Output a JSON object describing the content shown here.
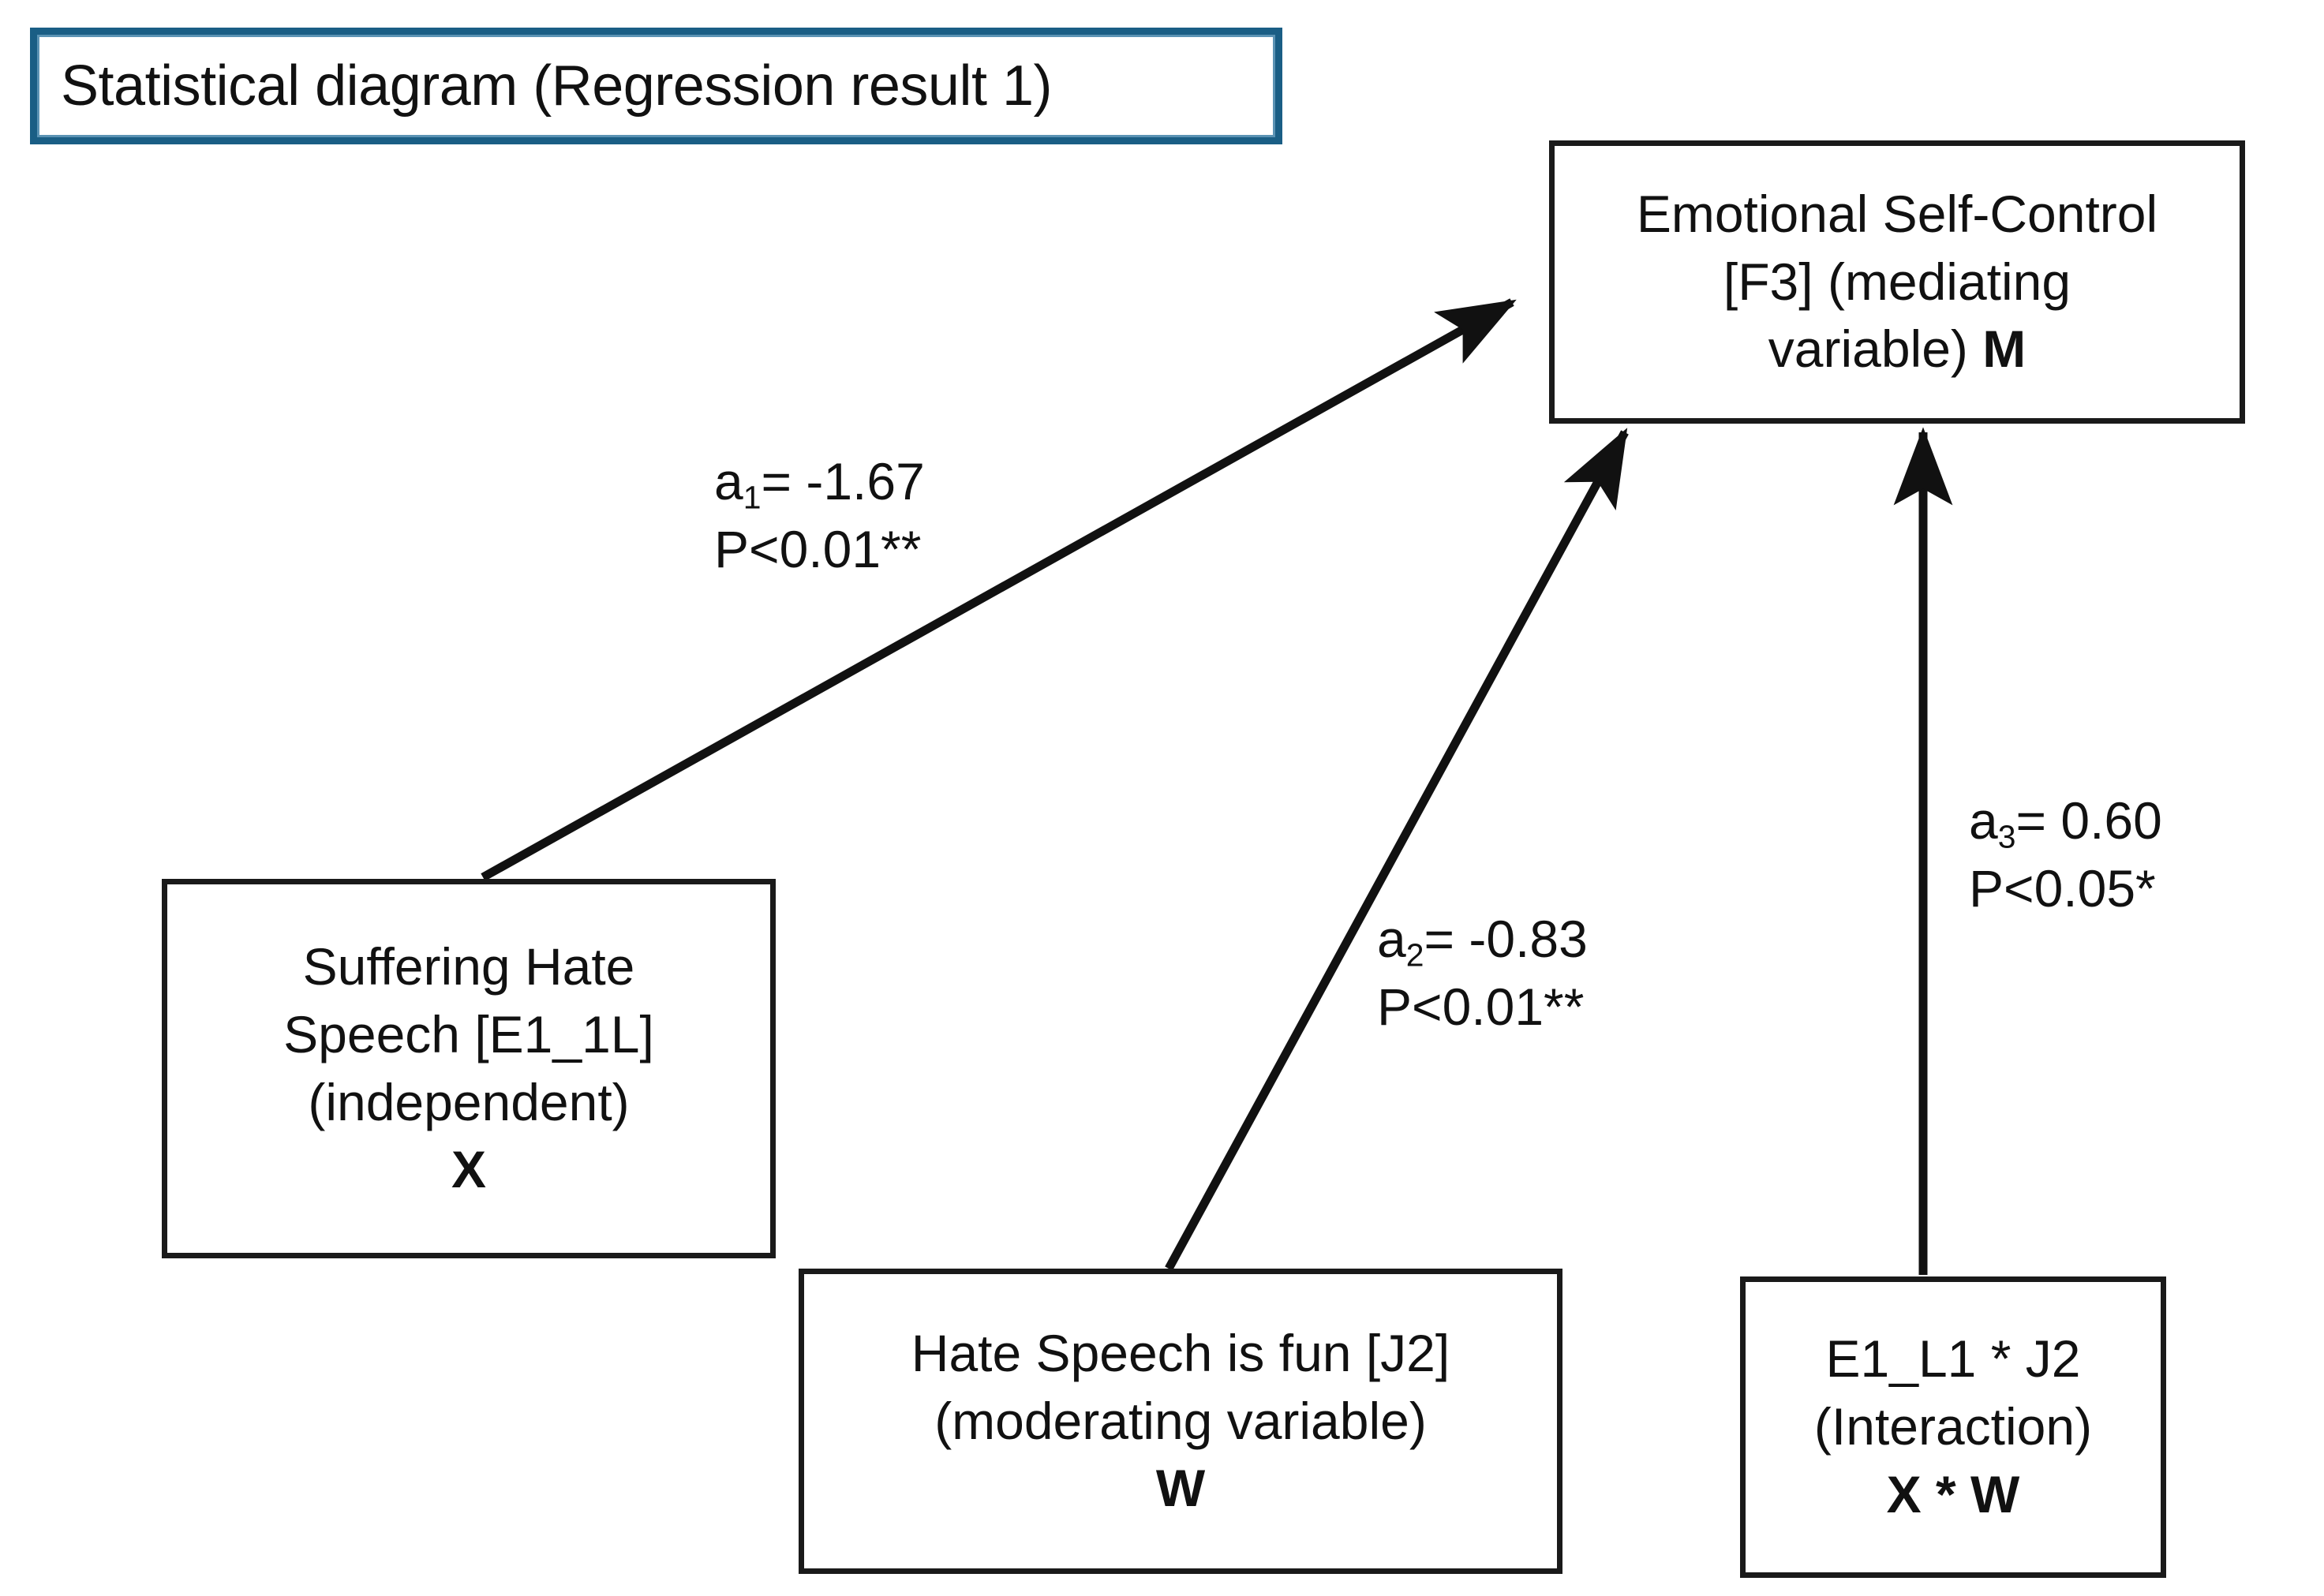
{
  "title": {
    "text": "Statistical diagram (Regression result 1)",
    "border_color": "#1a5e85"
  },
  "nodes": {
    "mediator": {
      "line1": "Emotional Self-Control",
      "line2": "[F3] (mediating",
      "line3_text": "variable)",
      "symbol": "M"
    },
    "independent": {
      "line1": "Suffering Hate",
      "line2": "Speech [E1_1L]",
      "line3": "(independent)",
      "symbol": "X"
    },
    "moderator": {
      "line1": "Hate Speech is fun [J2]",
      "line2": "(moderating variable)",
      "symbol": "W"
    },
    "interaction": {
      "line1": "E1_L1 * J2",
      "line2": "(Interaction)",
      "symbol": "X * W"
    }
  },
  "paths": {
    "a1": {
      "coef_name": "a",
      "coef_sub": "1",
      "coef_value": "= -1.67",
      "significance": "P<0.01**"
    },
    "a2": {
      "coef_name": "a",
      "coef_sub": "2",
      "coef_value": "= -0.83",
      "significance": "P<0.01**"
    },
    "a3": {
      "coef_name": "a",
      "coef_sub": "3",
      "coef_value": "= 0.60",
      "significance": "P<0.05*"
    }
  },
  "chart_data": {
    "type": "diagram",
    "title": "Statistical diagram (Regression result 1)",
    "diagram_kind": "moderated mediation path diagram",
    "nodes": [
      {
        "id": "X",
        "label": "Suffering Hate Speech [E1_1L]",
        "role": "independent",
        "symbol": "X"
      },
      {
        "id": "W",
        "label": "Hate Speech is fun [J2]",
        "role": "moderating variable",
        "symbol": "W"
      },
      {
        "id": "XW",
        "label": "E1_L1 * J2",
        "role": "Interaction",
        "symbol": "X * W"
      },
      {
        "id": "M",
        "label": "Emotional Self-Control [F3]",
        "role": "mediating variable",
        "symbol": "M"
      }
    ],
    "edges": [
      {
        "from": "X",
        "to": "M",
        "coefficient_label": "a1",
        "value": -1.67,
        "p_text": "P<0.01**",
        "stars": 2
      },
      {
        "from": "W",
        "to": "M",
        "coefficient_label": "a2",
        "value": -0.83,
        "p_text": "P<0.01**",
        "stars": 2
      },
      {
        "from": "XW",
        "to": "M",
        "coefficient_label": "a3",
        "value": 0.6,
        "p_text": "P<0.05*",
        "stars": 1
      }
    ]
  }
}
